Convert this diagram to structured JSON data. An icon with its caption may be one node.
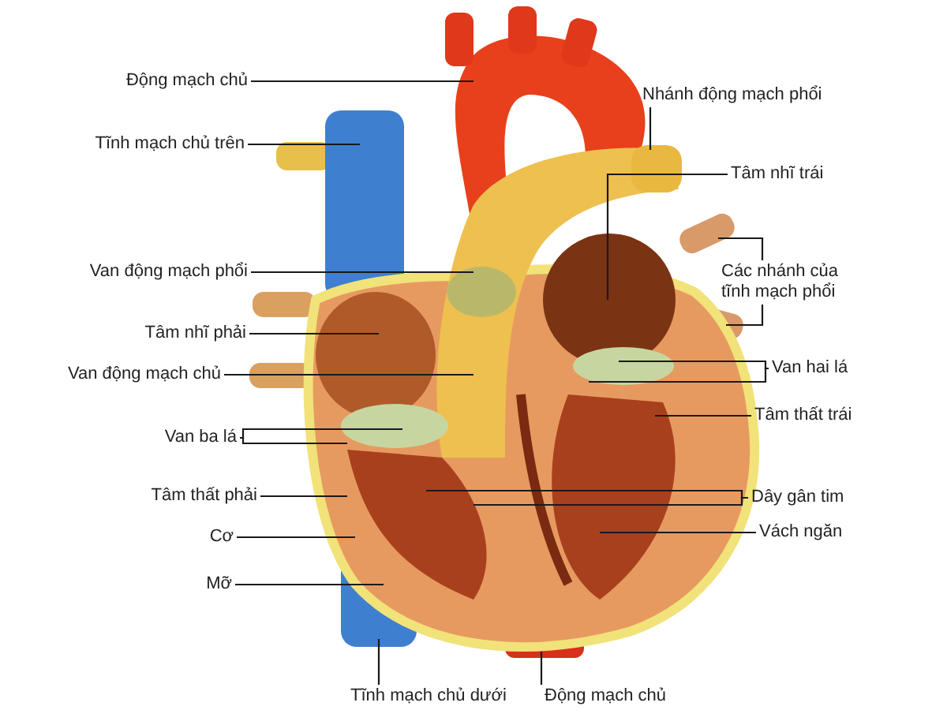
{
  "diagram": {
    "nodes": [
      {
        "text": [
          "Động mạch chủ"
        ]
      },
      {
        "text": [
          "Nhánh động mạch phổi"
        ]
      },
      {
        "text": [
          "Tĩnh mạch chủ trên"
        ]
      },
      {
        "text": [
          "Tâm nhĩ trái"
        ]
      },
      {
        "text": [
          "Van động mạch phổi"
        ]
      },
      {
        "text": [
          "Các nhánh của tĩnh mạch phổi"
        ]
      },
      {
        "text": [
          "Tâm nhĩ phải"
        ]
      },
      {
        "text": [
          "Van hai lá"
        ]
      },
      {
        "text": [
          "Van động mạch chủ"
        ]
      },
      {
        "text": [
          "Tâm thất trái"
        ]
      },
      {
        "text": [
          "Van ba lá"
        ]
      },
      {
        "text": [
          "Tâm thất phải"
        ]
      },
      {
        "text": [
          "Dây gân tim"
        ]
      },
      {
        "text": [
          "Vách ngăn"
        ]
      },
      {
        "text": [
          "Cơ"
        ]
      },
      {
        "text": [
          "Mỡ"
        ]
      },
      {
        "text": [
          "Tĩnh mạch chủ dưới"
        ]
      },
      {
        "text": [
          "Động mạch chủ"
        ]
      }
    ],
    "edges": [
      {
        "from": 0,
        "to": null,
        "arrow": "none"
      },
      {
        "from": 1,
        "to": null,
        "arrow": "none"
      },
      {
        "from": 2,
        "to": null,
        "arrow": "none"
      },
      {
        "from": 3,
        "to": null,
        "arrow": "none"
      },
      {
        "from": 4,
        "to": null,
        "arrow": "none"
      },
      {
        "from": 5,
        "to": null,
        "arrow": "none"
      },
      {
        "from": 5,
        "to": null,
        "arrow": "none"
      },
      {
        "from": 7,
        "to": null,
        "arrow": "none"
      },
      {
        "from": 7,
        "to": null,
        "arrow": "none"
      },
      {
        "from": 8,
        "to": null,
        "arrow": "none"
      },
      {
        "from": 9,
        "to": null,
        "arrow": "none"
      },
      {
        "from": 10,
        "to": null,
        "arrow": "none"
      },
      {
        "from": 10,
        "to": null,
        "arrow": "none"
      },
      {
        "from": 11,
        "to": null,
        "arrow": "none"
      },
      {
        "from": 12,
        "to": null,
        "arrow": "none"
      },
      {
        "from": 12,
        "to": null,
        "arrow": "none"
      },
      {
        "from": 13,
        "to": null,
        "arrow": "none"
      },
      {
        "from": 14,
        "to": null,
        "arrow": "none"
      },
      {
        "from": 15,
        "to": null,
        "arrow": "none"
      },
      {
        "from": 16,
        "to": null,
        "arrow": "none"
      },
      {
        "from": 17,
        "to": null,
        "arrow": "none"
      },
      {
        "from": 6,
        "to": null,
        "arrow": "none"
      }
    ]
  }
}
